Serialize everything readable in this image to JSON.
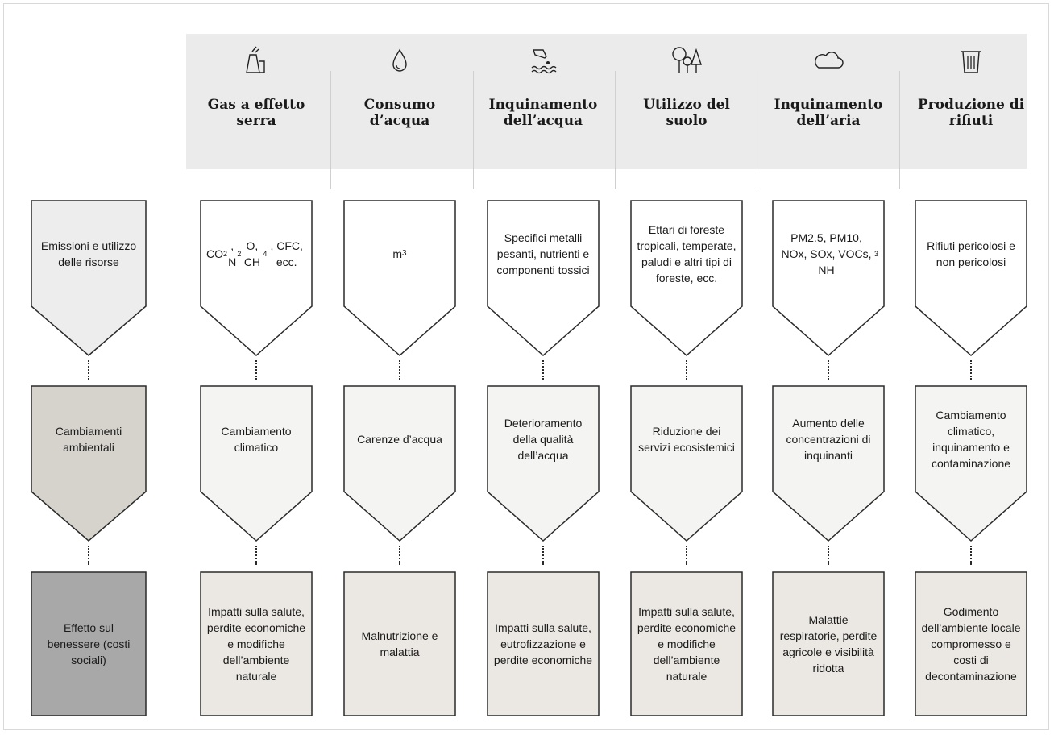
{
  "columns": [
    {
      "id": "ghg",
      "icon": "gas-emissions-icon",
      "title": "Gas a effetto serra",
      "emissions": "CO₂, N₂O, CH₄, CFC, ecc.",
      "change": "Cambiamento climatico",
      "effect": "Impatti sulla salute, perdite economiche e modifiche dell’ambiente naturale"
    },
    {
      "id": "water-use",
      "icon": "water-drop-icon",
      "title": "Consumo d’acqua",
      "emissions": "m³",
      "change": "Carenze d’acqua",
      "effect": "Malnutrizione e malattia"
    },
    {
      "id": "water-pollution",
      "icon": "water-pollution-icon",
      "title": "Inquinamento dell’acqua",
      "emissions": "Specifici metalli pesanti, nutrienti e componenti tossici",
      "change": "Deterioramento della qualità dell’acqua",
      "effect": "Impatti sulla salute, eutrofizzazione e perdite economiche"
    },
    {
      "id": "land-use",
      "icon": "trees-icon",
      "title": "Utilizzo del suolo",
      "emissions": "Ettari di foreste tropicali, temperate, paludi e altri tipi di foreste, ecc.",
      "change": "Riduzione dei servizi ecosistemici",
      "effect": "Impatti sulla salute, perdite economiche e modifiche dell’ambiente naturale"
    },
    {
      "id": "air-pollution",
      "icon": "cloud-icon",
      "title": "Inquinamento dell’aria",
      "emissions": "PM2.5, PM10, NOx, SOx, VOCs, NH₃",
      "change": "Aumento delle concentrazioni di inquinanti",
      "effect": "Malattie respiratorie, perdite agricole e visibilità ridotta"
    },
    {
      "id": "waste",
      "icon": "trash-bin-icon",
      "title": "Produzione di rifiuti",
      "emissions": "Rifiuti pericolosi e non pericolosi",
      "change": "Cambiamento climatico, inquinamento e contaminazione",
      "effect": "Godimento dell’ambiente locale compromesso e costi di decontaminazione"
    }
  ],
  "rows": {
    "emissions": "Emissioni e utilizzo delle risorse",
    "change": "Cambiamenti ambientali",
    "effect": "Effetto sul benessere (costi sociali)"
  },
  "colors": {
    "header_band": "#ebebeb",
    "row1_label": "#ededed",
    "row2_label": "#d6d3cc",
    "row3_label": "#a9a8a8",
    "row1_cell": "#ffffff",
    "row2_cell": "#f4f4f2",
    "row3_cell": "#ebe8e3",
    "stroke": "#2a2a2a"
  }
}
